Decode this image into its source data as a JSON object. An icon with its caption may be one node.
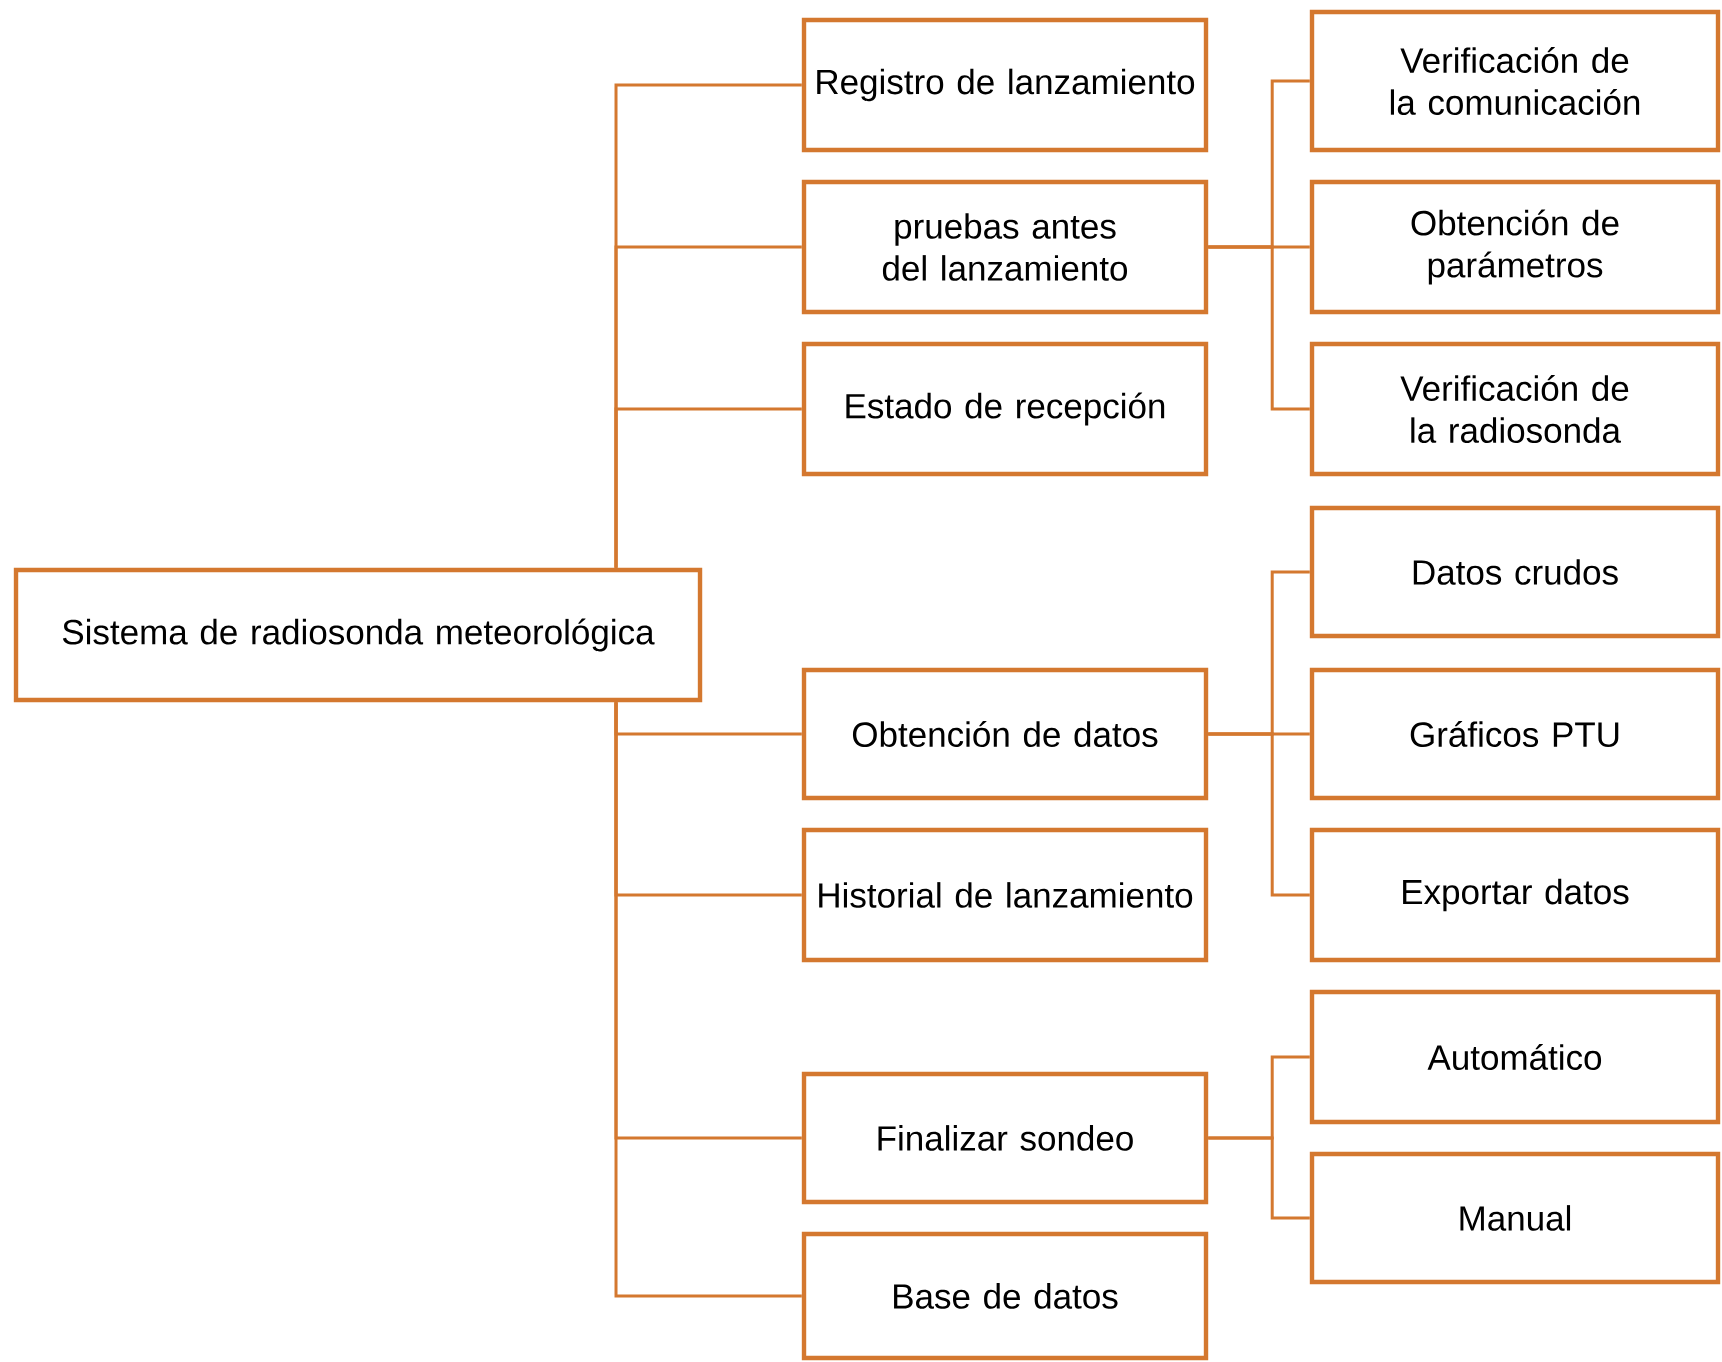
{
  "diagram": {
    "nodes": [
      {
        "text": [
          "Sistema de radiosonda meteorológica"
        ]
      },
      {
        "text": [
          "Registro de lanzamiento"
        ]
      },
      {
        "text": [
          "pruebas antes del lanzamiento"
        ]
      },
      {
        "text": [
          "Verificación de la comunicación"
        ]
      },
      {
        "text": [
          "Obtención de parámetros"
        ]
      },
      {
        "text": [
          "Verificación de la radiosonda"
        ]
      },
      {
        "text": [
          "Estado de recepción"
        ]
      },
      {
        "text": [
          "Obtención de datos"
        ]
      },
      {
        "text": [
          "Datos crudos"
        ]
      },
      {
        "text": [
          "Gráficos PTU"
        ]
      },
      {
        "text": [
          "Exportar datos"
        ]
      },
      {
        "text": [
          "Historial de lanzamiento"
        ]
      },
      {
        "text": [
          "Finalizar sondeo"
        ]
      },
      {
        "text": [
          "Automático"
        ]
      },
      {
        "text": [
          "Manual"
        ]
      },
      {
        "text": [
          "Base de datos"
        ]
      }
    ],
    "edges": [
      {
        "from": 0,
        "to": 1,
        "arrow": "none"
      },
      {
        "from": 0,
        "to": 2,
        "arrow": "none"
      },
      {
        "from": 0,
        "to": 6,
        "arrow": "none"
      },
      {
        "from": 0,
        "to": 7,
        "arrow": "none"
      },
      {
        "from": 0,
        "to": 11,
        "arrow": "none"
      },
      {
        "from": 0,
        "to": 12,
        "arrow": "none"
      },
      {
        "from": 0,
        "to": 15,
        "arrow": "none"
      },
      {
        "from": 2,
        "to": 3,
        "arrow": "none"
      },
      {
        "from": 2,
        "to": 4,
        "arrow": "none"
      },
      {
        "from": 2,
        "to": 5,
        "arrow": "none"
      },
      {
        "from": 7,
        "to": 8,
        "arrow": "none"
      },
      {
        "from": 7,
        "to": 9,
        "arrow": "none"
      },
      {
        "from": 7,
        "to": 10,
        "arrow": "none"
      },
      {
        "from": 12,
        "to": 13,
        "arrow": "none"
      },
      {
        "from": 12,
        "to": 14,
        "arrow": "none"
      }
    ]
  }
}
